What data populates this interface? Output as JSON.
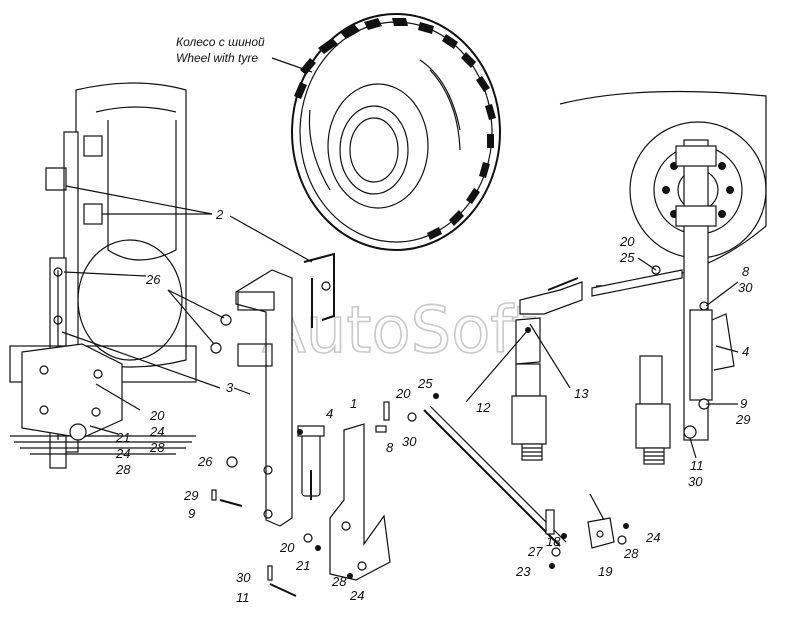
{
  "caption": {
    "ru": "Колесо с шиной",
    "en": "Wheel with tyre"
  },
  "watermark": "AutoSoft",
  "callouts": [
    {
      "id": "c-2",
      "text": "2"
    },
    {
      "id": "c-26a",
      "text": "26"
    },
    {
      "id": "c-3",
      "text": "3"
    },
    {
      "id": "c-20a",
      "text": "20"
    },
    {
      "id": "c-24a",
      "text": "24"
    },
    {
      "id": "c-28a",
      "text": "28"
    },
    {
      "id": "c-21a",
      "text": "21"
    },
    {
      "id": "c-24b",
      "text": "24"
    },
    {
      "id": "c-28b",
      "text": "28"
    },
    {
      "id": "c-4a",
      "text": "4"
    },
    {
      "id": "c-1",
      "text": "1"
    },
    {
      "id": "c-26b",
      "text": "26"
    },
    {
      "id": "c-29a",
      "text": "29"
    },
    {
      "id": "c-9a",
      "text": "9"
    },
    {
      "id": "c-20b",
      "text": "20"
    },
    {
      "id": "c-21b",
      "text": "21"
    },
    {
      "id": "c-28c",
      "text": "28"
    },
    {
      "id": "c-24c",
      "text": "24"
    },
    {
      "id": "c-30a",
      "text": "30"
    },
    {
      "id": "c-11a",
      "text": "11"
    },
    {
      "id": "c-25a",
      "text": "25"
    },
    {
      "id": "c-20c",
      "text": "20"
    },
    {
      "id": "c-30b",
      "text": "30"
    },
    {
      "id": "c-8a",
      "text": "8"
    },
    {
      "id": "c-12",
      "text": "12"
    },
    {
      "id": "c-13",
      "text": "13"
    },
    {
      "id": "c-18",
      "text": "18"
    },
    {
      "id": "c-27",
      "text": "27"
    },
    {
      "id": "c-23",
      "text": "23"
    },
    {
      "id": "c-19",
      "text": "19"
    },
    {
      "id": "c-28d",
      "text": "28"
    },
    {
      "id": "c-24d",
      "text": "24"
    },
    {
      "id": "c-20d",
      "text": "20"
    },
    {
      "id": "c-25b",
      "text": "25"
    },
    {
      "id": "c-8b",
      "text": "8"
    },
    {
      "id": "c-30c",
      "text": "30"
    },
    {
      "id": "c-4b",
      "text": "4"
    },
    {
      "id": "c-9b",
      "text": "9"
    },
    {
      "id": "c-29b",
      "text": "29"
    },
    {
      "id": "c-11b",
      "text": "11"
    },
    {
      "id": "c-30d",
      "text": "30"
    }
  ]
}
